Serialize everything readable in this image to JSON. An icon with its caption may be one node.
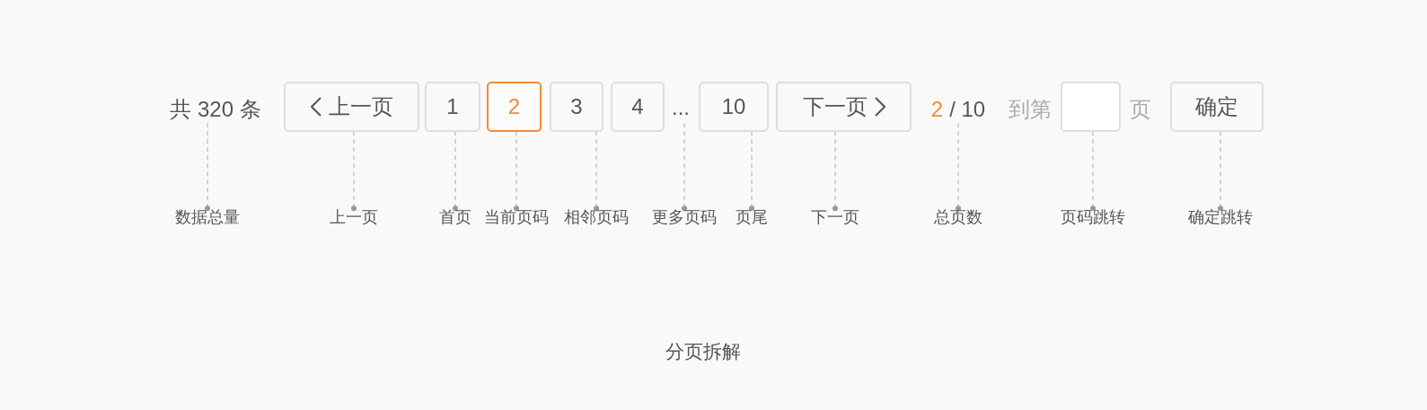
{
  "diagram": {
    "caption": "分页拆解",
    "nodes": [
      {
        "text": [
          "共 320 条"
        ]
      },
      {
        "text": [
          "上一页"
        ]
      },
      {
        "text": [
          "1"
        ]
      },
      {
        "text": [
          "2"
        ]
      },
      {
        "text": [
          "3"
        ]
      },
      {
        "text": [
          "4"
        ]
      },
      {
        "text": [
          "..."
        ]
      },
      {
        "text": [
          "10"
        ]
      },
      {
        "text": [
          "下一页"
        ]
      },
      {
        "text": [
          "2",
          "/ 10"
        ]
      },
      {
        "text": [],
        "shape": "box",
        "beside": [
          "到第",
          "页"
        ]
      },
      {
        "text": [
          "确定"
        ]
      },
      {
        "text": [
          "数据总量"
        ]
      },
      {
        "text": [
          "上一页"
        ]
      },
      {
        "text": [
          "首页"
        ]
      },
      {
        "text": [
          "当前页码"
        ]
      },
      {
        "text": [
          "相邻页码"
        ]
      },
      {
        "text": [
          "更多页码"
        ]
      },
      {
        "text": [
          "页尾"
        ]
      },
      {
        "text": [
          "下一页"
        ]
      },
      {
        "text": [
          "总页数"
        ]
      },
      {
        "text": [
          "页码跳转"
        ]
      },
      {
        "text": [
          "确定跳转"
        ]
      }
    ],
    "edges": [
      {
        "from": 12,
        "to": 0,
        "arrow": "other",
        "style": "dashed"
      },
      {
        "from": 13,
        "to": 1,
        "arrow": "other",
        "style": "dashed"
      },
      {
        "from": 14,
        "to": 2,
        "arrow": "other",
        "style": "dashed"
      },
      {
        "from": 15,
        "to": 3,
        "arrow": "other",
        "style": "dashed"
      },
      {
        "from": 16,
        "to": 4,
        "arrow": "other",
        "style": "dashed"
      },
      {
        "from": 17,
        "to": 6,
        "arrow": "other",
        "style": "dashed"
      },
      {
        "from": 18,
        "to": 7,
        "arrow": "other",
        "style": "dashed"
      },
      {
        "from": 19,
        "to": 8,
        "arrow": "other",
        "style": "dashed"
      },
      {
        "from": 20,
        "to": 9,
        "arrow": "other",
        "style": "dashed"
      },
      {
        "from": 21,
        "to": 10,
        "arrow": "other",
        "style": "dashed"
      },
      {
        "from": 22,
        "to": 11,
        "arrow": "other",
        "style": "dashed"
      }
    ]
  }
}
